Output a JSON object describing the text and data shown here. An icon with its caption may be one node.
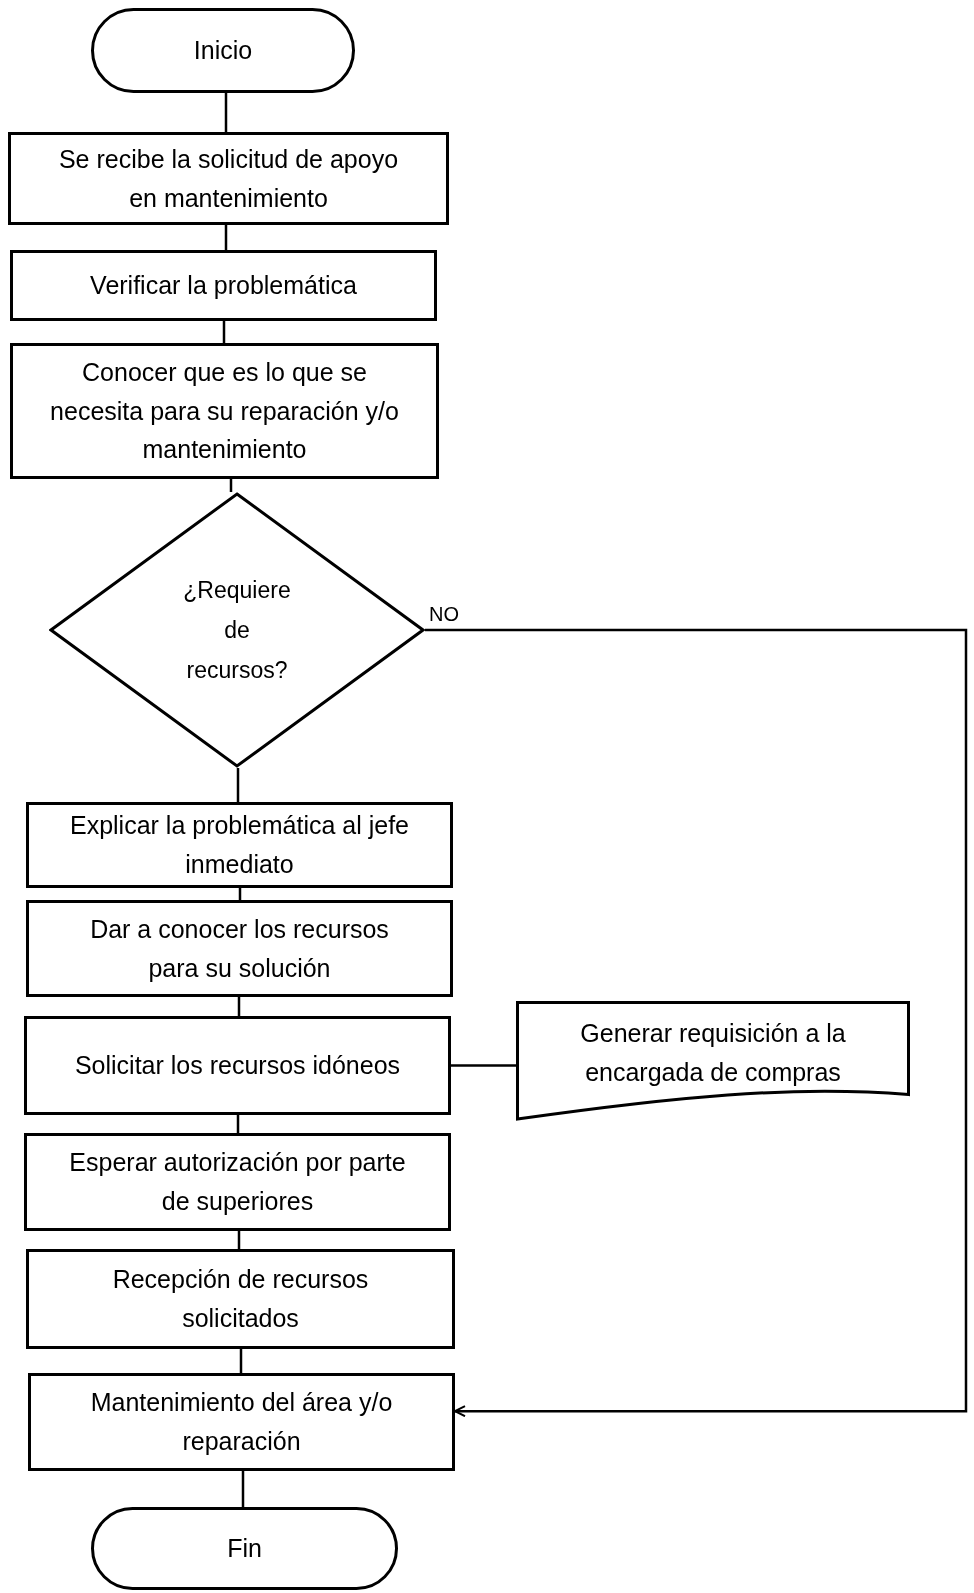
{
  "diagram": {
    "nodes": [
      {
        "text": [
          "Inicio"
        ]
      },
      {
        "text": [
          "Se recibe la solicitud de apoyo en mantenimiento"
        ]
      },
      {
        "text": [
          "Verificar la problemática"
        ]
      },
      {
        "text": [
          "Conocer que es lo que se necesita para su reparación y/o mantenimiento"
        ]
      },
      {
        "text": [
          "¿Requiere de recursos?"
        ]
      },
      {
        "text": [
          "Explicar la problemática al jefe inmediato"
        ]
      },
      {
        "text": [
          "Dar a conocer los recursos para su solución"
        ]
      },
      {
        "text": [
          "Solicitar los recursos idóneos"
        ]
      },
      {
        "text": [
          "Generar requisición a la encargada de compras"
        ]
      },
      {
        "text": [
          "Esperar autorización por parte de superiores"
        ]
      },
      {
        "text": [
          "Recepción de recursos solicitados"
        ]
      },
      {
        "text": [
          "Mantenimiento del área y/o reparación"
        ]
      },
      {
        "text": [
          "Fin"
        ]
      }
    ],
    "edges": [
      {
        "from": 0,
        "to": 1,
        "arrow": "none"
      },
      {
        "from": 1,
        "to": 2,
        "arrow": "none"
      },
      {
        "from": 2,
        "to": 3,
        "arrow": "none"
      },
      {
        "from": 3,
        "to": 4,
        "arrow": "none"
      },
      {
        "from": 4,
        "to": 5,
        "arrow": "none"
      },
      {
        "from": 4,
        "to": 11,
        "arrow": "to",
        "label": "NO"
      },
      {
        "from": 5,
        "to": 6,
        "arrow": "none"
      },
      {
        "from": 6,
        "to": 7,
        "arrow": "none"
      },
      {
        "from": 7,
        "to": 8,
        "arrow": "none"
      },
      {
        "from": 7,
        "to": 9,
        "arrow": "none"
      },
      {
        "from": 9,
        "to": 10,
        "arrow": "none"
      },
      {
        "from": 10,
        "to": 11,
        "arrow": "none"
      },
      {
        "from": 11,
        "to": 12,
        "arrow": "none"
      }
    ]
  }
}
